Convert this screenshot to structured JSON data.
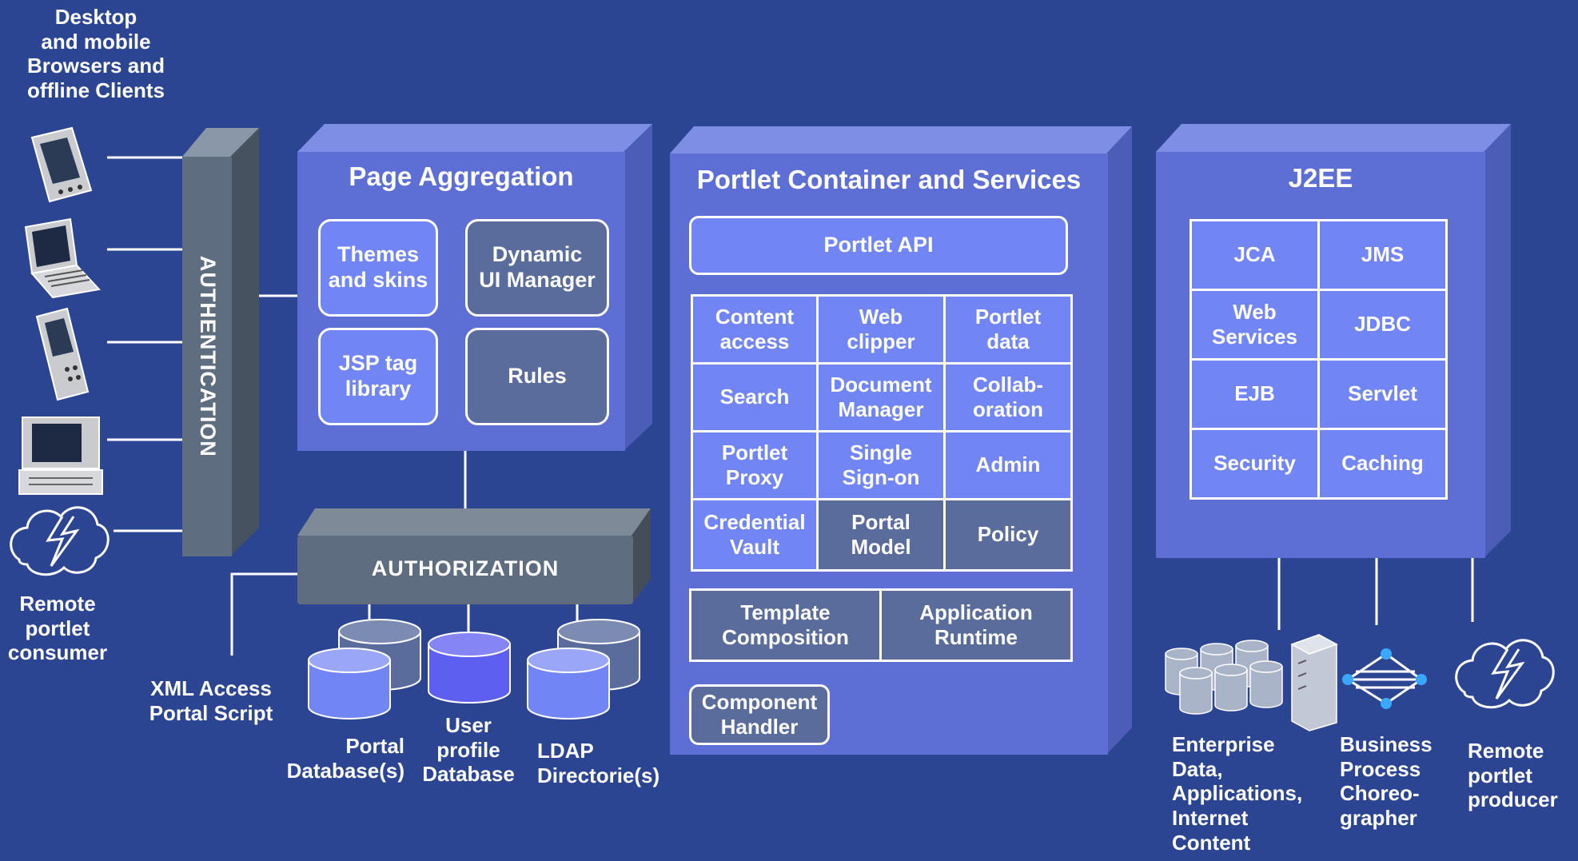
{
  "clients": {
    "title": "Desktop\nand mobile\nBrowsers and\noffline Clients",
    "icons": [
      "pda-icon",
      "laptop-icon",
      "phone-icon",
      "desktop-icon",
      "cloud-icon"
    ],
    "remote_consumer": "Remote\nportlet\nconsumer"
  },
  "authentication": {
    "label": "AUTHENTICATION"
  },
  "page_aggregation": {
    "title": "Page Aggregation",
    "items": [
      "Themes\nand skins",
      "Dynamic\nUI Manager",
      "JSP tag\nlibrary",
      "Rules"
    ]
  },
  "authorization": {
    "label": "AUTHORIZATION"
  },
  "xml_access": "XML Access\nPortal Script",
  "databases": {
    "portal": "Portal\nDatabase(s)",
    "user_profile": "User\nprofile\nDatabase",
    "ldap": "LDAP\nDirectorie(s)"
  },
  "portlet_container": {
    "title": "Portlet Container and Services",
    "api": "Portlet API",
    "grid": [
      [
        "Content\naccess",
        "Web\nclipper",
        "Portlet\ndata"
      ],
      [
        "Search",
        "Document\nManager",
        "Collab-\noration"
      ],
      [
        "Portlet\nProxy",
        "Single\nSign-on",
        "Admin"
      ],
      [
        "Credential\nVault",
        "Portal\nModel",
        "Policy"
      ]
    ],
    "template": "Template\nComposition",
    "runtime": "Application\nRuntime",
    "component": "Component\nHandler"
  },
  "j2ee": {
    "title": "J2EE",
    "grid": [
      [
        "JCA",
        "JMS"
      ],
      [
        "Web\nServices",
        "JDBC"
      ],
      [
        "EJB",
        "Servlet"
      ],
      [
        "Security",
        "Caching"
      ]
    ]
  },
  "backends": {
    "enterprise": "Enterprise\nData,\nApplications,\nInternet\nContent",
    "bpc": "Business\nProcess\nChoreo-\ngrapher",
    "remote_producer": "Remote\nportlet\nproducer"
  },
  "colors": {
    "background": "#2c4593",
    "panel": "#5d6fd4",
    "cell_blue": "#7186f4",
    "cell_slate": "#5a6c9c",
    "authentication_bar": "#5f6d80"
  }
}
